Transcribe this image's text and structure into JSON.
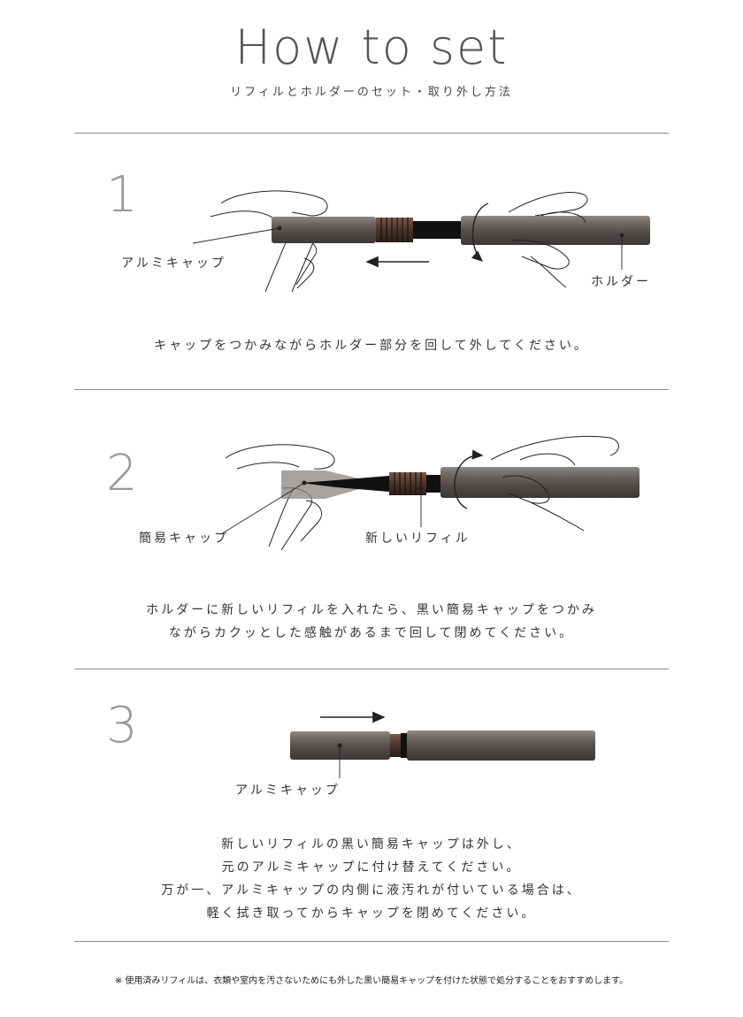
{
  "header": {
    "title": "How to set",
    "subtitle": "リフィルとホルダーのセット・取り外し方法"
  },
  "steps": [
    {
      "number": "1",
      "labels": {
        "cap": "アルミキャップ",
        "holder": "ホルダー"
      },
      "description": [
        "キャップをつかみながらホルダー部分を回して外してください。"
      ]
    },
    {
      "number": "2",
      "labels": {
        "cap": "簡易キャップ",
        "refill": "新しいリフィル"
      },
      "description": [
        "ホルダーに新しいリフィルを入れたら、黒い簡易キャップをつかみ",
        "ながらカクッとした感触があるまで回して閉めてください。"
      ]
    },
    {
      "number": "3",
      "labels": {
        "cap": "アルミキャップ"
      },
      "description": [
        "新しいリフィルの黒い簡易キャップは外し、",
        "元のアルミキャップに付け替えてください。",
        "万が一、アルミキャップの内側に液汚れが付いている場合は、",
        "軽く拭き取ってからキャップを閉めてください。"
      ]
    }
  ],
  "footnote": "※ 使用済みリフィルは、衣類や室内を汚さないためにも外した黒い簡易キャップを付けた状態で処分することをおすすめします。",
  "colors": {
    "metal": "#6b6561",
    "rule": "#8a8a8a",
    "numeral": "#999999"
  }
}
